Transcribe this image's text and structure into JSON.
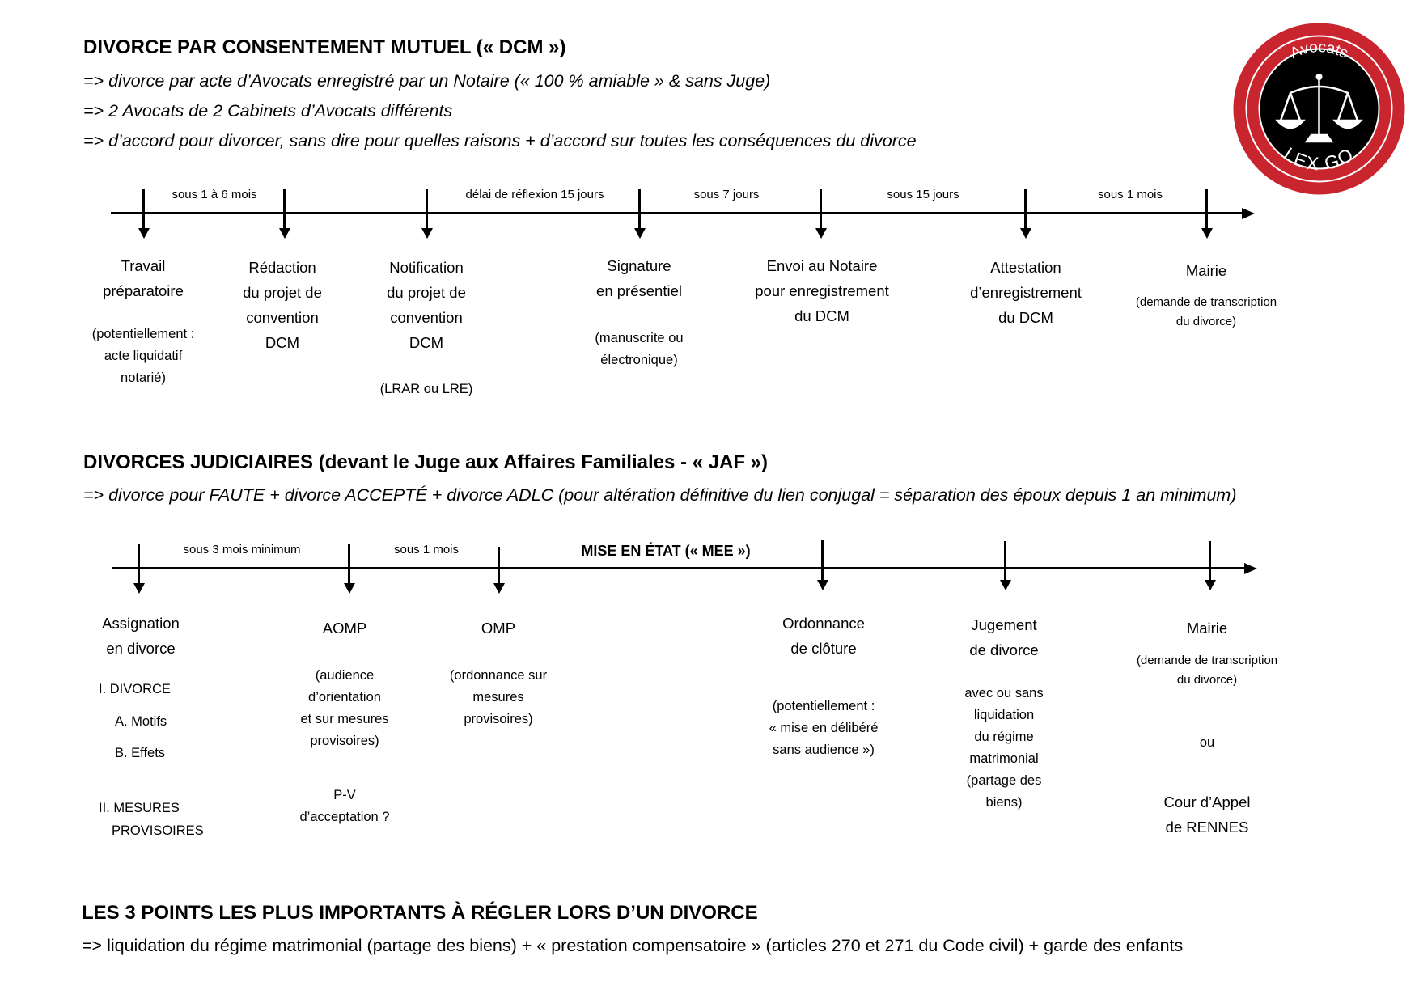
{
  "logo": {
    "top_text": "Avocats",
    "bottom_text": "LEX GO",
    "ring_color": "#c9252f",
    "center_color": "#000000",
    "icon": "scales-of-justice-icon"
  },
  "section1": {
    "title": "DIVORCE PAR CONSENTEMENT MUTUEL (« DCM »)",
    "bullets": [
      "=>  divorce par acte d’Avocats enregistré par un Notaire (« 100 % amiable » & sans Juge)",
      "=>  2 Avocats de 2 Cabinets d’Avocats différents",
      "=>  d’accord pour divorcer, sans dire pour quelles raisons + d’accord sur toutes les conséquences du divorce"
    ],
    "durations": [
      "sous 1 à 6 mois",
      "délai de réflexion 15 jours",
      "sous 7 jours",
      "sous 15 jours",
      "sous 1 mois"
    ],
    "steps": [
      {
        "label": [
          "Travail",
          "préparatoire"
        ],
        "note": [
          "(potentiellement :",
          "acte liquidatif",
          "notarié)"
        ]
      },
      {
        "label": [
          "Rédaction",
          "du projet de",
          "convention",
          "DCM"
        ],
        "note": []
      },
      {
        "label": [
          "Notification",
          "du projet de",
          "convention",
          "DCM"
        ],
        "note": [
          "(LRAR ou LRE)"
        ]
      },
      {
        "label": [
          "Signature",
          "en présentiel"
        ],
        "note": [
          "(manuscrite ou",
          "électronique)"
        ]
      },
      {
        "label": [
          "Envoi au Notaire",
          "pour enregistrement",
          "du DCM"
        ],
        "note": []
      },
      {
        "label": [
          "Attestation",
          "d’enregistrement",
          "du DCM"
        ],
        "note": []
      },
      {
        "label": [
          "Mairie"
        ],
        "note": [
          "(demande de transcription",
          "du divorce)"
        ]
      }
    ]
  },
  "section2": {
    "title": "DIVORCES JUDICIAIRES (devant le Juge aux Affaires Familiales - « JAF »)",
    "bullet": "=>  divorce pour FAUTE + divorce ACCEPTÉ + divorce ADLC (pour altération définitive du lien conjugal = séparation des époux depuis 1 an minimum)",
    "durations": [
      "sous 3 mois minimum",
      "sous 1 mois"
    ],
    "mee_label": "MISE EN ÉTAT (« MEE »)",
    "steps": [
      {
        "label": [
          "Assignation",
          "en divorce"
        ]
      },
      {
        "label": [
          "AOMP"
        ],
        "note": [
          "(audience",
          "d’orientation",
          "et sur mesures",
          "provisoires)"
        ],
        "note2": [
          "P-V",
          "d’acceptation ?"
        ]
      },
      {
        "label": [
          "OMP"
        ],
        "note": [
          "(ordonnance sur",
          "mesures",
          "provisoires)"
        ]
      },
      {
        "label": [
          "Ordonnance",
          "de clôture"
        ],
        "note": [
          "(potentiellement :",
          "« mise en délibéré",
          "sans audience »)"
        ]
      },
      {
        "label": [
          "Jugement",
          "de divorce"
        ],
        "note": [
          "avec ou sans",
          "liquidation",
          "du régime",
          "matrimonial",
          "(partage des",
          "biens)"
        ]
      },
      {
        "label": [
          "Mairie"
        ],
        "note_sm": [
          "(demande de transcription",
          "du divorce)"
        ],
        "or": "ou",
        "alt": [
          "Cour d’Appel",
          "de RENNES"
        ]
      }
    ],
    "outline": {
      "i": "I. DIVORCE",
      "a": "A. Motifs",
      "b": "B. Effets",
      "ii_1": "II. MESURES",
      "ii_2": "PROVISOIRES"
    }
  },
  "section3": {
    "title": "LES 3 POINTS LES PLUS IMPORTANTS À RÉGLER LORS D’UN DIVORCE",
    "bullet": "=>  liquidation du régime matrimonial (partage des biens) + « prestation compensatoire » (articles 270 et 271 du Code civil) + garde des enfants"
  }
}
